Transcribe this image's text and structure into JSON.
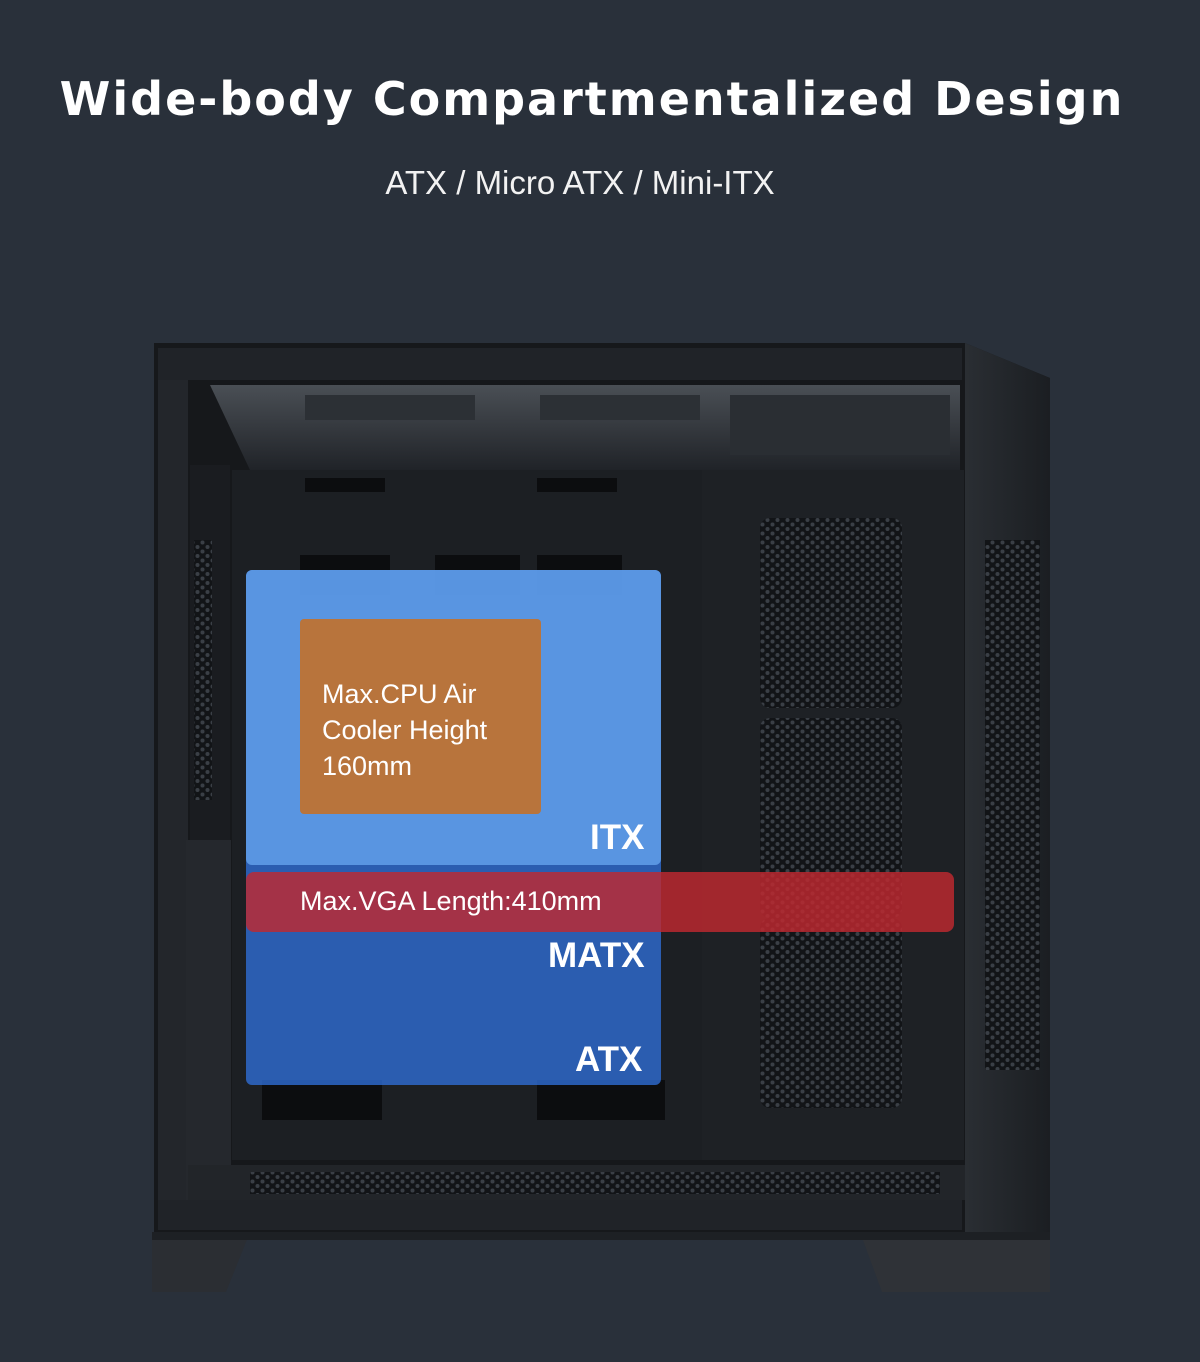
{
  "header": {
    "title": "Wide-body Compartmentalized Design",
    "subtitle": "ATX / Micro ATX / Mini-ITX"
  },
  "overlays": {
    "cpu_cooler": "Max.CPU Air Cooler Height 160mm",
    "vga_length": "Max.VGA Length:410mm",
    "itx_label": "ITX",
    "matx_label": "MATX",
    "atx_label": "ATX"
  },
  "colors": {
    "background": "#29303a",
    "case_body": "#16181b",
    "atx_zone": "#2f6fd8",
    "itx_zone": "#5b9bea",
    "cpu_zone": "#b8743c",
    "vga_bar": "#c0282f"
  }
}
